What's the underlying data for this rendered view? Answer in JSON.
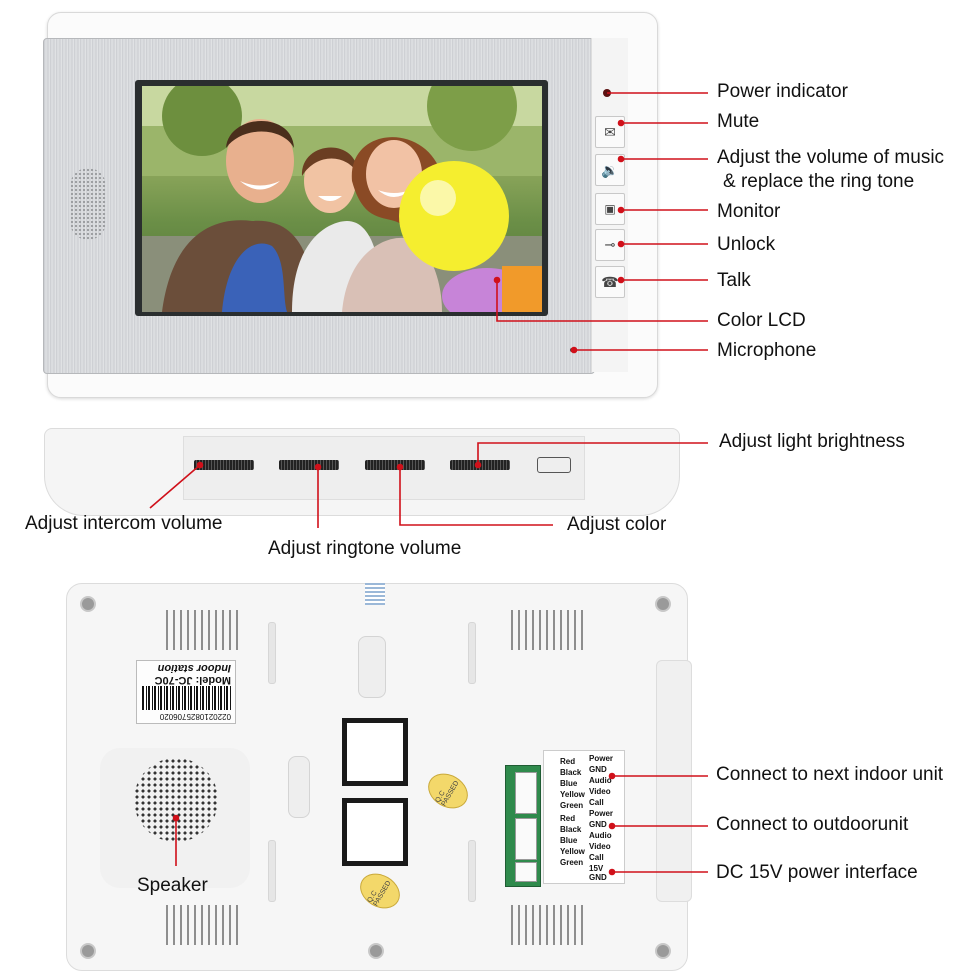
{
  "front_labels": {
    "power_indicator": "Power indicator",
    "mute": "Mute",
    "volume_line1": "Adjust the volume of music",
    "volume_line2": "& replace the ring tone",
    "monitor": "Monitor",
    "unlock": "Unlock",
    "talk": "Talk",
    "color_lcd": "Color LCD",
    "microphone": "Microphone"
  },
  "bottom_labels": {
    "light_brightness": "Adjust light brightness",
    "intercom_volume": "Adjust intercom volume",
    "ringtone_volume": "Adjust ringtone volume",
    "color": "Adjust color"
  },
  "back_labels": {
    "next_indoor": "Connect to next indoor unit",
    "outdoor": "Connect to outdoorunit",
    "dc_power": "DC 15V power interface",
    "speaker": "Speaker"
  },
  "sticker": {
    "serial": "0220210825706020",
    "model": "Model: JC-70C",
    "type": "Indoor station"
  },
  "passed_text": "Q.C PASSED",
  "wiring": {
    "group1_left": [
      "Red",
      "Black",
      "Blue",
      "Yellow",
      "Green"
    ],
    "group1_right": [
      "Power",
      "GND",
      "Audio",
      "Video",
      "Call"
    ],
    "group2_left": [
      "Red",
      "Black",
      "Blue",
      "Yellow",
      "Green"
    ],
    "group2_right": [
      "Power",
      "GND",
      "Audio",
      "Video",
      "Call"
    ],
    "group3_right": [
      "15V",
      "GND"
    ]
  },
  "icons": {
    "mute": "envelope-icon",
    "volume": "speaker-volume-icon",
    "monitor": "person-monitor-icon",
    "unlock": "key-icon",
    "talk": "phone-handset-icon"
  },
  "colors": {
    "callout_line": "#d0101a",
    "text": "#111111"
  }
}
